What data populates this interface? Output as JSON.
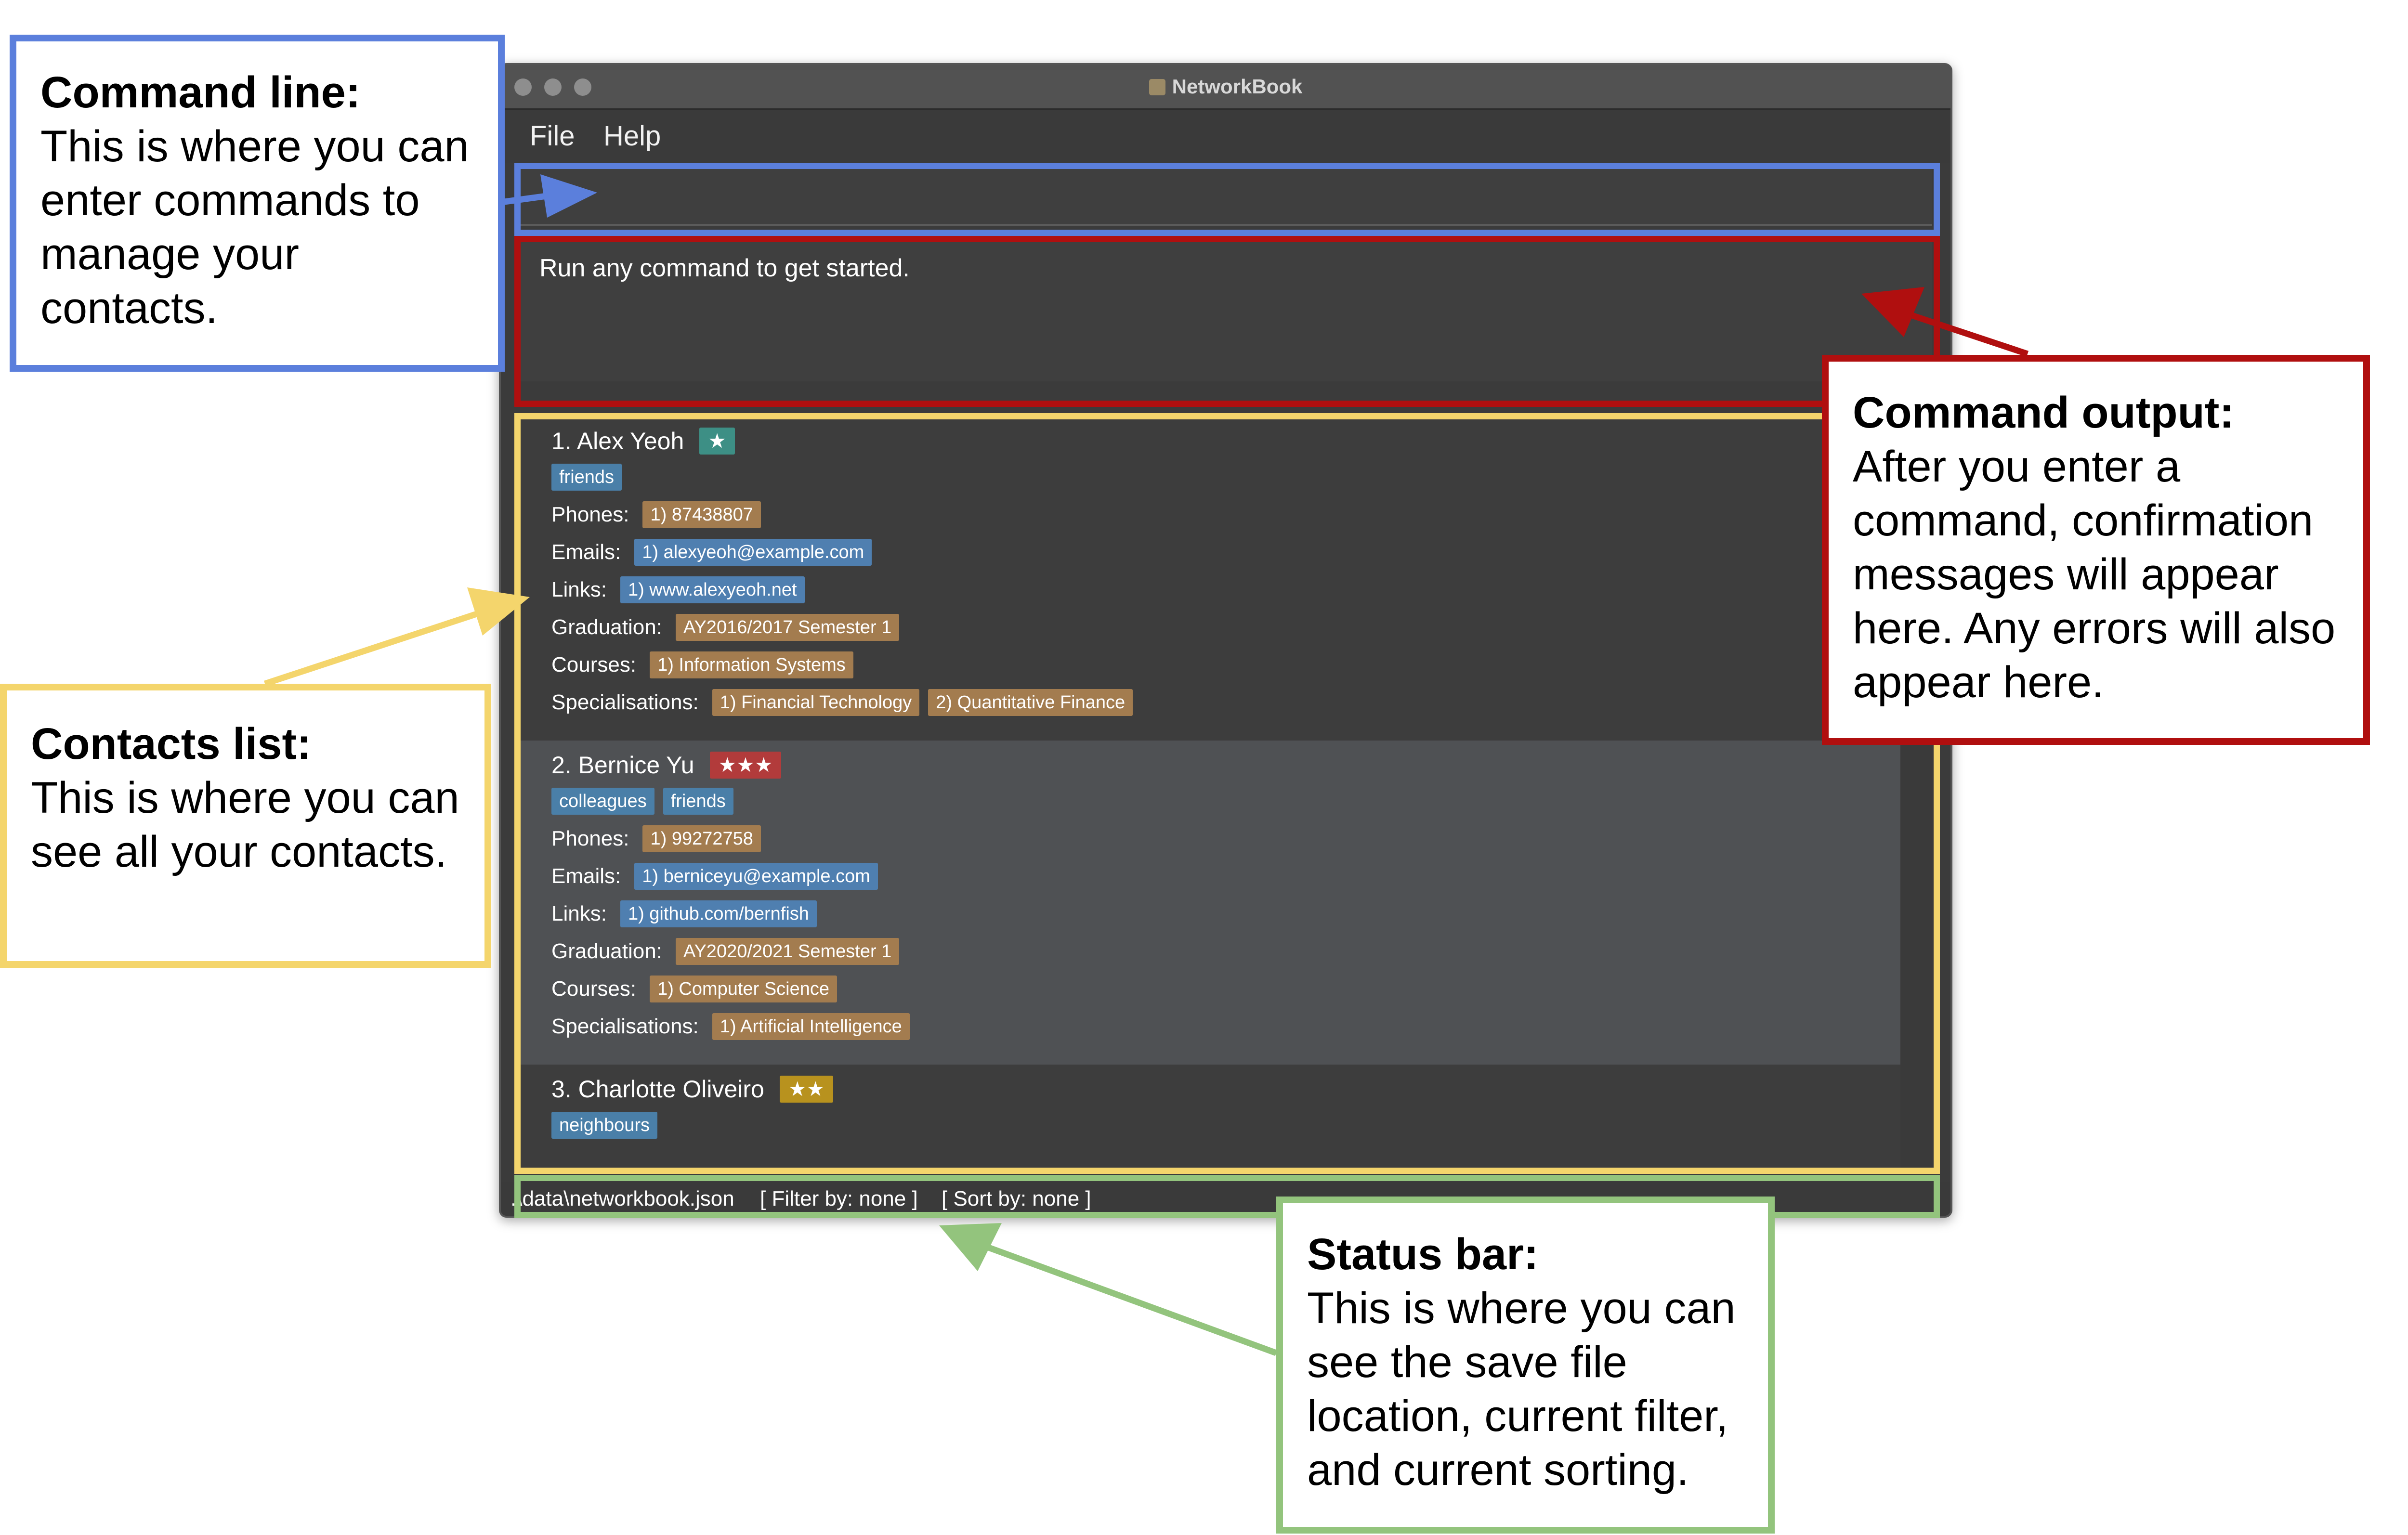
{
  "window": {
    "title": "NetworkBook"
  },
  "menu": {
    "items": [
      "File",
      "Help"
    ]
  },
  "command_box": {
    "value": ""
  },
  "result": {
    "text": "Run any command to get started."
  },
  "contacts": [
    {
      "header": "1.  Alex Yeoh",
      "stars": "★",
      "star_color": "#3d8f85",
      "tags": [
        "friends"
      ],
      "fields": [
        {
          "label": "Phones:",
          "values": [
            "1) 87438807"
          ],
          "color": "#a37c4f"
        },
        {
          "label": "Emails:",
          "values": [
            "1) alexyeoh@example.com"
          ],
          "color": "#4f7fb0"
        },
        {
          "label": "Links:",
          "values": [
            "1) www.alexyeoh.net"
          ],
          "color": "#4f7fb0"
        },
        {
          "label": "Graduation:",
          "values": [
            "AY2016/2017 Semester 1"
          ],
          "color": "#a37c4f"
        },
        {
          "label": "Courses:",
          "values": [
            "1) Information Systems"
          ],
          "color": "#a37c4f"
        },
        {
          "label": "Specialisations:",
          "values": [
            "1) Financial Technology",
            "2) Quantitative Finance"
          ],
          "color": "#a37c4f"
        }
      ]
    },
    {
      "header": "2.  Bernice Yu",
      "stars": "★★★",
      "star_color": "#b23b3b",
      "tags": [
        "colleagues",
        "friends"
      ],
      "fields": [
        {
          "label": "Phones:",
          "values": [
            "1) 99272758"
          ],
          "color": "#a37c4f"
        },
        {
          "label": "Emails:",
          "values": [
            "1) berniceyu@example.com"
          ],
          "color": "#4f7fb0"
        },
        {
          "label": "Links:",
          "values": [
            "1) github.com/bernfish"
          ],
          "color": "#4f7fb0"
        },
        {
          "label": "Graduation:",
          "values": [
            "AY2020/2021 Semester 1"
          ],
          "color": "#a37c4f"
        },
        {
          "label": "Courses:",
          "values": [
            "1) Computer Science"
          ],
          "color": "#a37c4f"
        },
        {
          "label": "Specialisations:",
          "values": [
            "1) Artificial Intelligence"
          ],
          "color": "#a37c4f"
        }
      ]
    },
    {
      "header": "3.  Charlotte Oliveiro",
      "stars": "★★",
      "star_color": "#b8921e",
      "tags": [
        "neighbours"
      ],
      "fields": []
    }
  ],
  "tag_color": "#4a7fa8",
  "status": {
    "file": ".\\data\\networkbook.json",
    "filter": "[ Filter by: none ]",
    "sort": "[ Sort by: none ]"
  },
  "annotations": {
    "command_line": {
      "title": "Command line:",
      "body": "This is where you can enter commands to manage your contacts.",
      "color": "#5b7fdc"
    },
    "command_output": {
      "title": "Command output:",
      "body": "After you enter a command, confirmation messages will appear here. Any errors will also appear here.",
      "color": "#b00f0f"
    },
    "contacts_list": {
      "title": "Contacts list:",
      "body": "This is where you can see all your contacts.",
      "color": "#f4d56c"
    },
    "status_bar": {
      "title": "Status bar:",
      "body": "This is where you can see the save file location, current filter, and current sorting.",
      "color": "#93c47d"
    }
  }
}
